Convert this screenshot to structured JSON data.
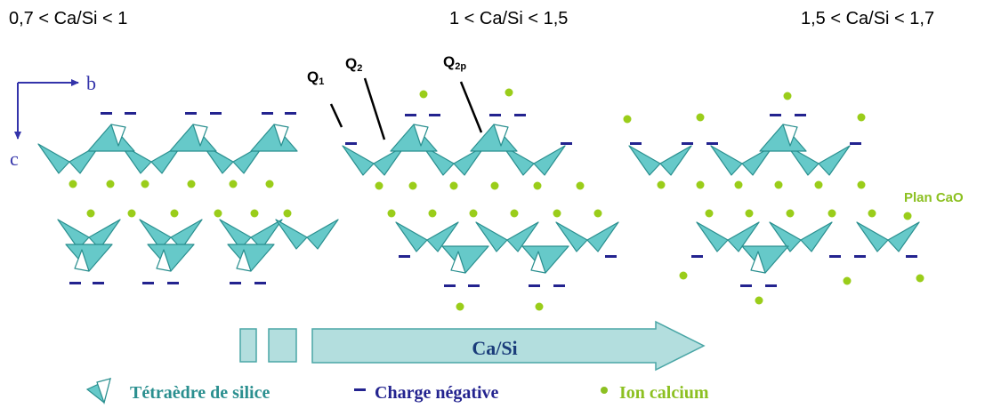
{
  "headers": {
    "left": "0,7 < Ca/Si < 1",
    "middle": "1 < Ca/Si < 1,5",
    "right": "1,5 < Ca/Si < 1,7"
  },
  "axes": {
    "horizontal": "b",
    "vertical": "c"
  },
  "q_labels": {
    "q1": {
      "base": "Q",
      "sub": "1"
    },
    "q2": {
      "base": "Q",
      "sub": "2"
    },
    "q2p": {
      "base": "Q",
      "sub": "2p"
    }
  },
  "plane_label": "Plan CaO",
  "arrow_label": "Ca/Si",
  "legend": {
    "tetrahedron": "Tétraèdre de silice",
    "charge": "Charge négative",
    "calcium": "Ion calcium"
  },
  "colors": {
    "tetra_fill": "#66c9c9",
    "tetra_face": "#ffffff",
    "tetra_stroke": "#2a8f8f",
    "charge": "#23238f",
    "calcium": "#9acd1a",
    "arrow_fill": "#b3dede",
    "arrow_stroke": "#4aa6a6",
    "axis": "#3333aa",
    "label_text": "#1a3c7a",
    "legend_green": "#8cc021"
  }
}
